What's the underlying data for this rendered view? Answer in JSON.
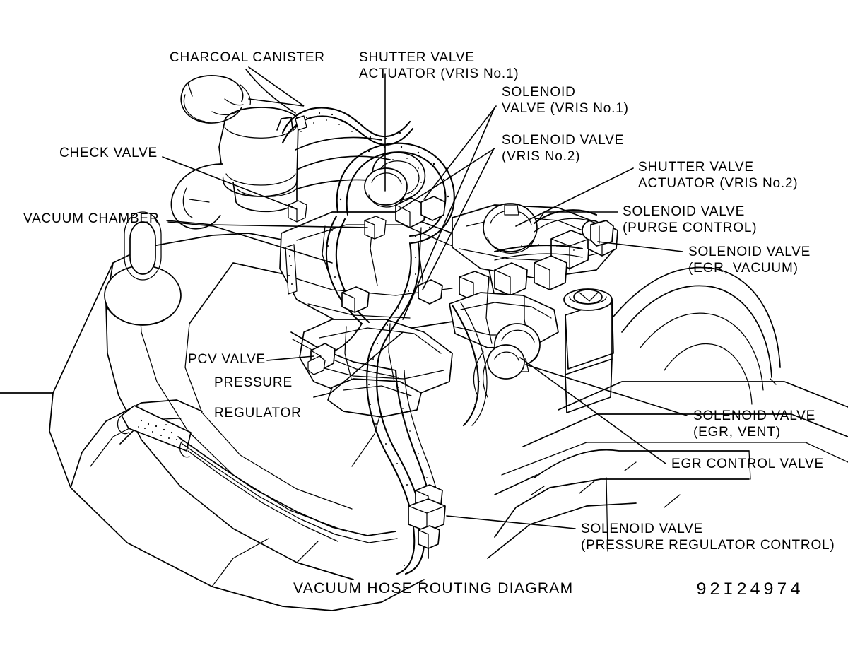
{
  "diagram": {
    "caption": "VACUUM HOSE ROUTING DIAGRAM",
    "part_number": "92I24974",
    "background_color": "#ffffff",
    "line_color": "#000000"
  },
  "labels": {
    "charcoal_canister": "CHARCOAL CANISTER",
    "shutter_valve_actuator_1_line1": "SHUTTER VALVE",
    "shutter_valve_actuator_1_line2": "ACTUATOR (VRIS No.1)",
    "solenoid_valve_vris1_line1": "SOLENOID",
    "solenoid_valve_vris1_line2": "VALVE (VRIS No.1)",
    "solenoid_valve_vris2_line1": "SOLENOID VALVE",
    "solenoid_valve_vris2_line2": "(VRIS No.2)",
    "shutter_valve_actuator_2_line1": "SHUTTER VALVE",
    "shutter_valve_actuator_2_line2": "ACTUATOR (VRIS No.2)",
    "solenoid_valve_purge_line1": "SOLENOID VALVE",
    "solenoid_valve_purge_line2": "(PURGE CONTROL)",
    "solenoid_valve_egr_vacuum_line1": "SOLENOID VALVE",
    "solenoid_valve_egr_vacuum_line2": "(EGR, VACUUM)",
    "check_valve": "CHECK VALVE",
    "vacuum_chamber": "VACUUM CHAMBER",
    "pcv_valve": "PCV VALVE",
    "pressure_regulator_line1": "PRESSURE",
    "pressure_regulator_line2": "REGULATOR",
    "solenoid_valve_egr_vent_line1": "SOLENOID VALVE",
    "solenoid_valve_egr_vent_line2": "(EGR, VENT)",
    "egr_control_valve": "EGR CONTROL VALVE",
    "solenoid_valve_press_reg_line1": "SOLENOID VALVE",
    "solenoid_valve_press_reg_line2": "(PRESSURE REGULATOR CONTROL)"
  }
}
